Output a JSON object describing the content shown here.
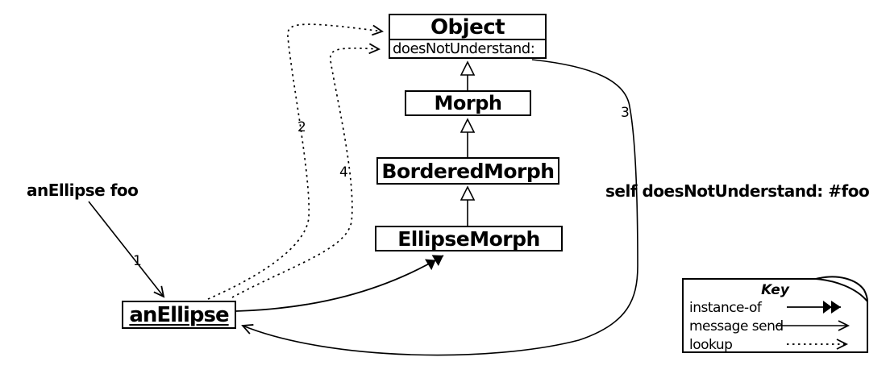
{
  "nodes": {
    "object": {
      "name": "Object",
      "method": "doesNotUnderstand:"
    },
    "morph": {
      "name": "Morph"
    },
    "bordered_morph": {
      "name": "BorderedMorph"
    },
    "ellipse_morph": {
      "name": "EllipseMorph"
    },
    "instance": {
      "name": "anEllipse"
    }
  },
  "labels": {
    "send_expression": "anEllipse foo",
    "dnu_expression": "self doesNotUnderstand: #foo"
  },
  "steps": [
    "1",
    "2",
    "3",
    "4"
  ],
  "key": {
    "title": "Key",
    "rows": [
      {
        "label": "instance-of",
        "arrow": "double-filled-arrow"
      },
      {
        "label": "message send",
        "arrow": "open-arrow"
      },
      {
        "label": "lookup",
        "arrow": "dotted-open-arrow"
      }
    ]
  },
  "colors": {
    "ink": "#000000",
    "paper": "#ffffff"
  }
}
